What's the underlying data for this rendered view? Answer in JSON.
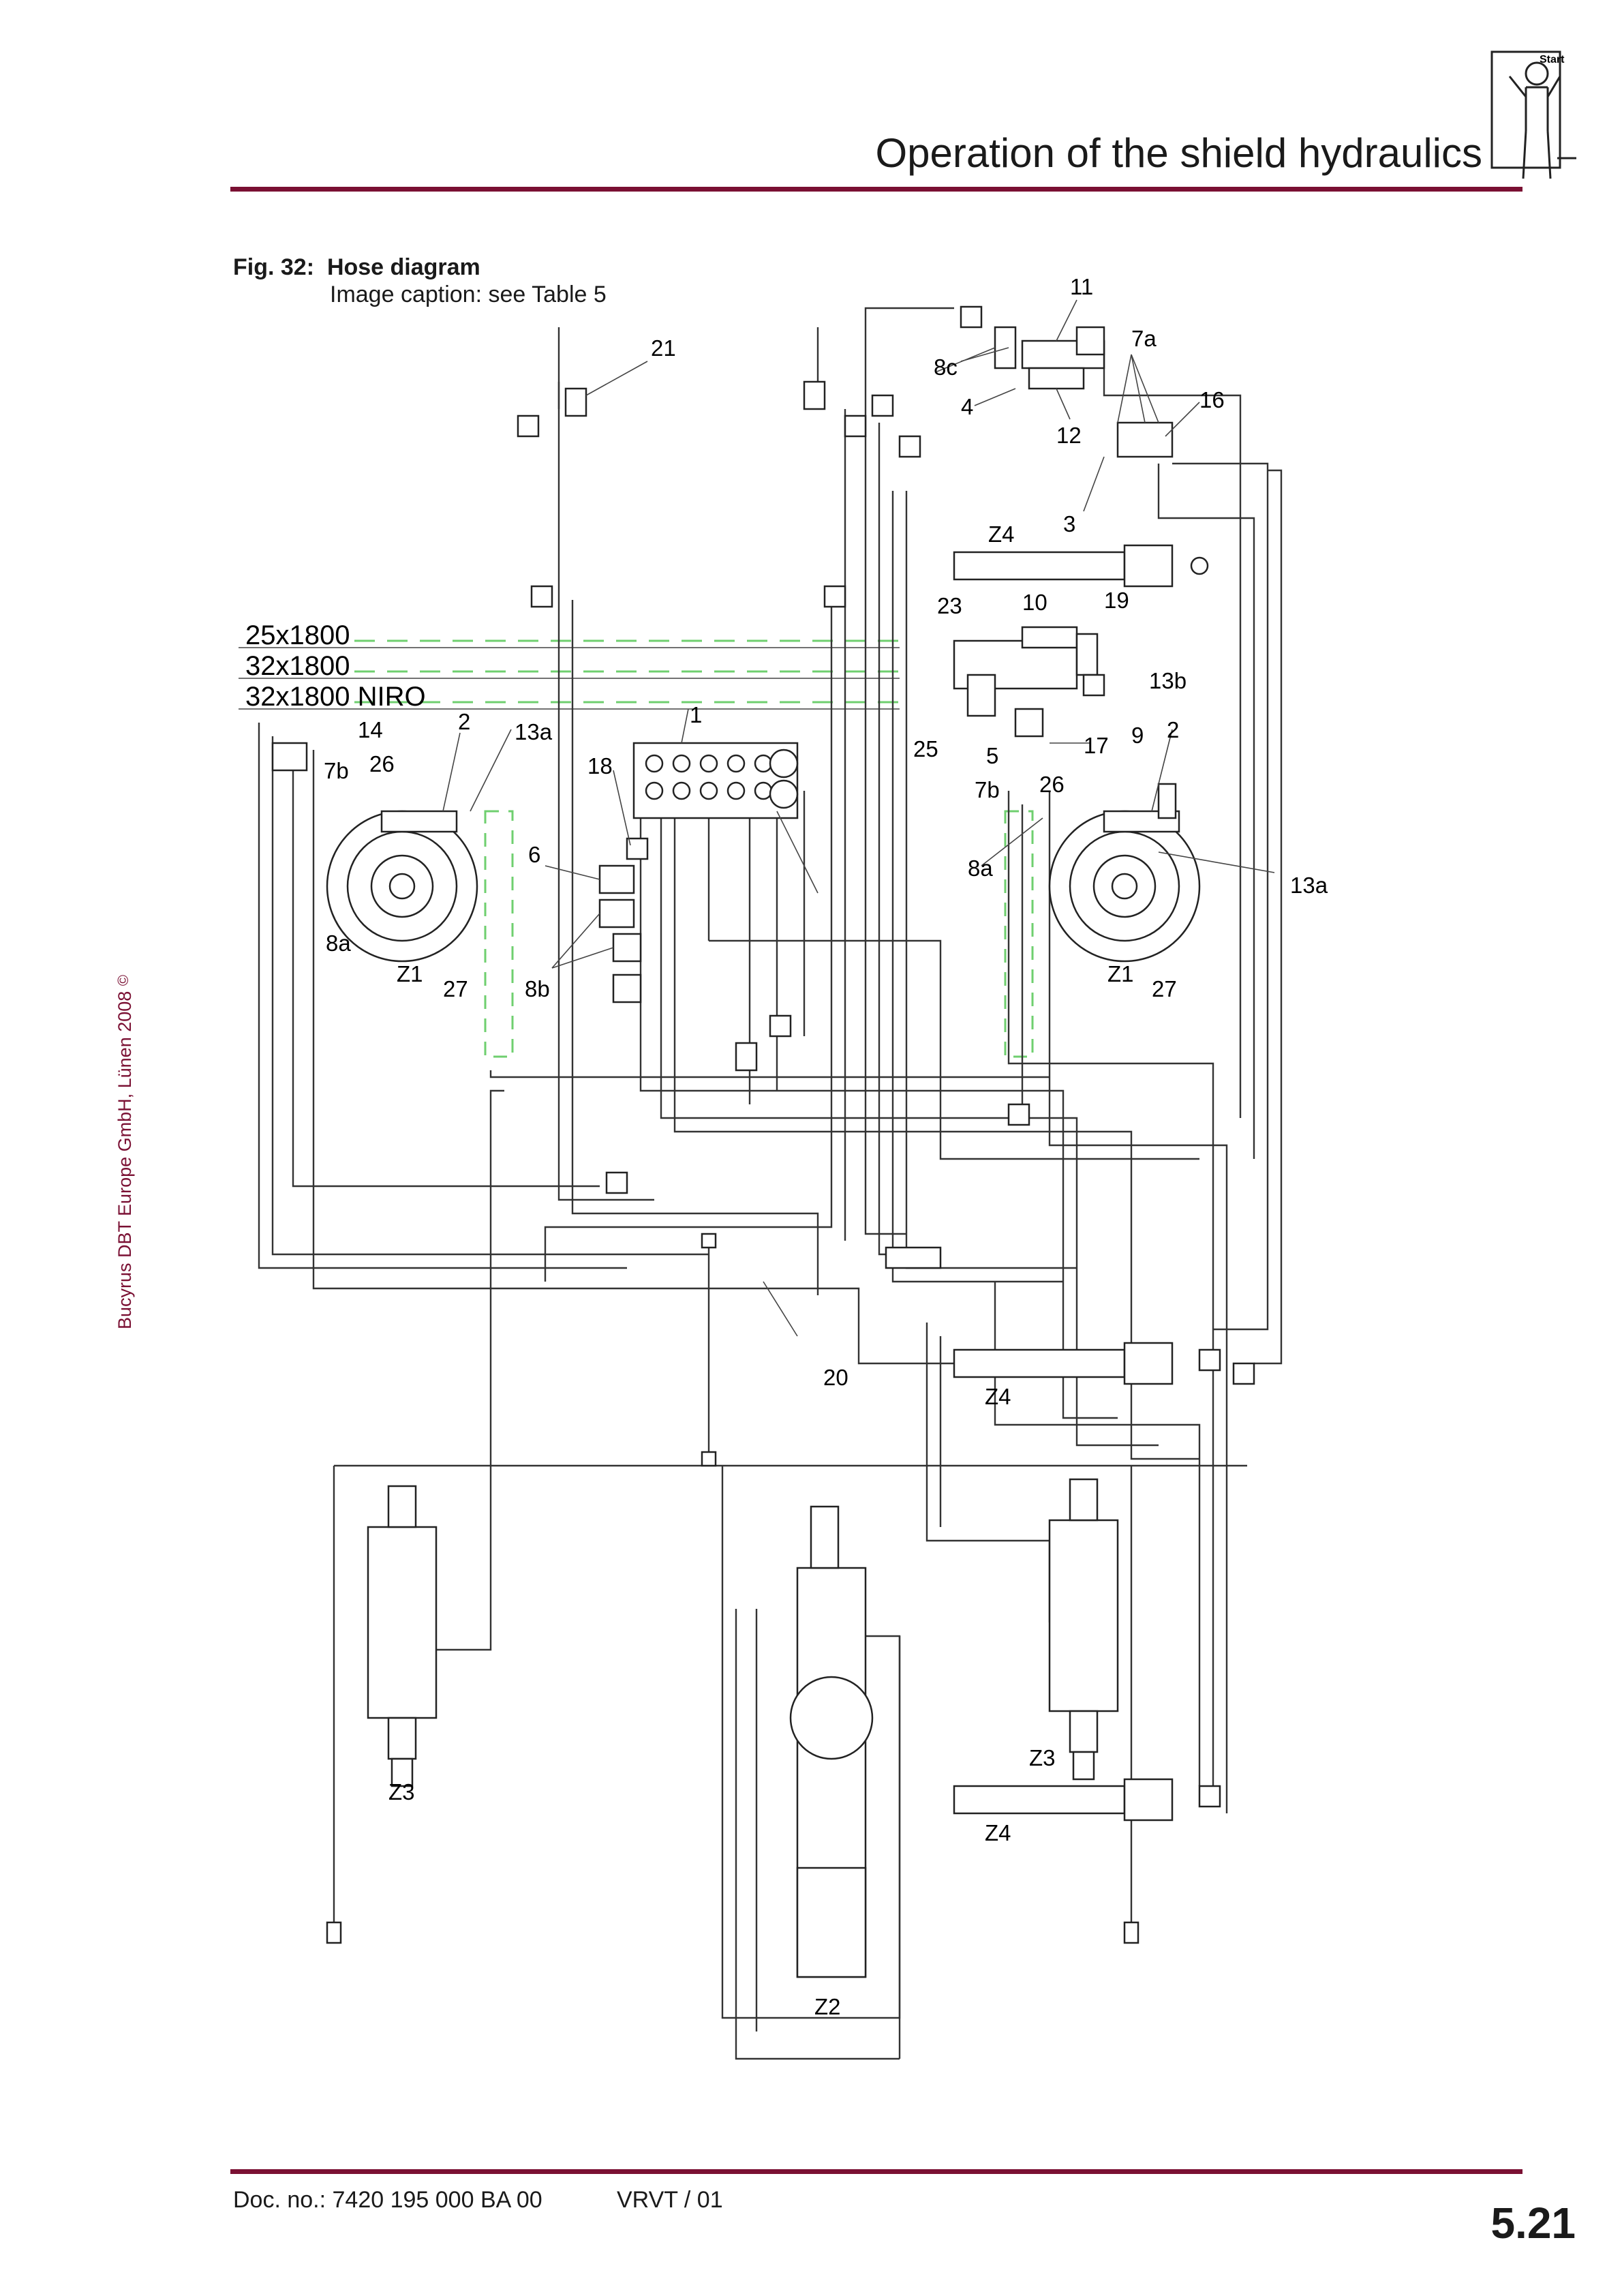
{
  "header": {
    "title": "Operation of the shield hydraulics",
    "icon_label": "Start"
  },
  "figure": {
    "number": "Fig. 32:",
    "title": "Hose diagram",
    "caption": "Image caption: see Table 5"
  },
  "hose_labels": [
    "25x1800",
    "32x1800",
    "32x1800 NIRO"
  ],
  "callouts": {
    "c11": "11",
    "c7a": "7a",
    "c8c": "8c",
    "c4": "4",
    "c16": "16",
    "c12": "12",
    "c21": "21",
    "c3": "3",
    "z4a": "Z4",
    "c23": "23",
    "c10": "10",
    "c19": "19",
    "c13b": "13b",
    "c9": "9",
    "c2r": "2",
    "c14": "14",
    "c2l": "2",
    "c13al": "13a",
    "c1": "1",
    "c18": "18",
    "c25": "25",
    "c5": "5",
    "c17": "17",
    "c7bl": "7b",
    "c26l": "26",
    "c7br": "7b",
    "c26r": "26",
    "c6": "6",
    "c8ar": "8a",
    "c13ar": "13a",
    "c8al": "8a",
    "z1l": "Z1",
    "c27l": "27",
    "c8b": "8b",
    "z1r": "Z1",
    "c27r": "27",
    "c20": "20",
    "z4b": "Z4",
    "z3l": "Z3",
    "z3r": "Z3",
    "z4c": "Z4",
    "z2": "Z2"
  },
  "copyright": "Bucyrus DBT Europe GmbH, Lünen 2008",
  "copyright_symbol": "©",
  "footer": {
    "doc_no": "Doc. no.: 7420 195 000 BA 00",
    "version": "VRVT / 01",
    "page": "5.21"
  },
  "colors": {
    "rule": "#7a1033",
    "hose_dash": "#6fcf6f"
  }
}
